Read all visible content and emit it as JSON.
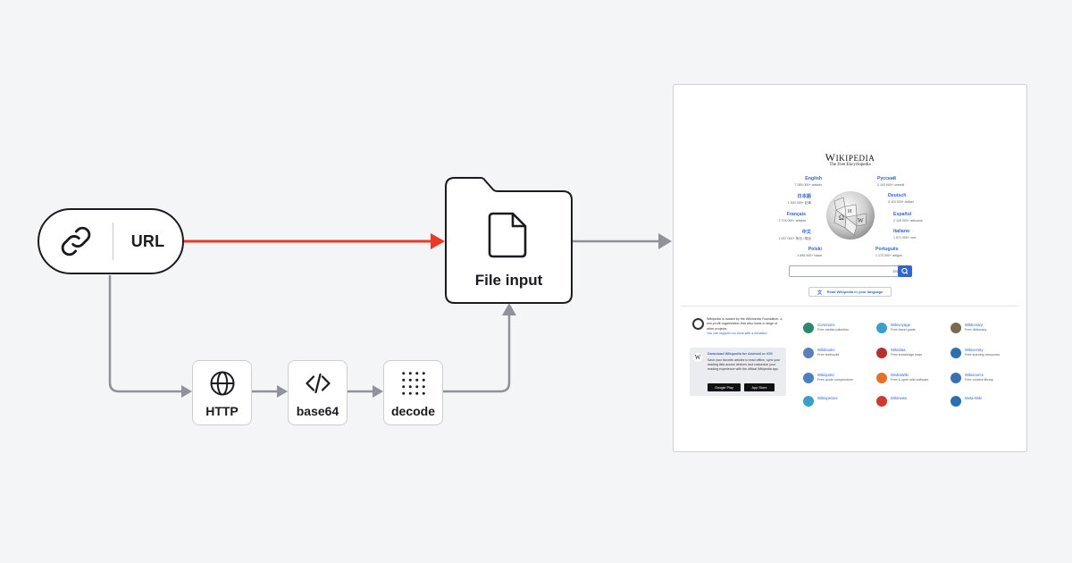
{
  "url_node": {
    "label": "URL",
    "icon": "link-icon"
  },
  "file_input": {
    "label": "File input",
    "icon": "file-icon"
  },
  "steps": [
    {
      "label": "HTTP",
      "icon": "globe-icon"
    },
    {
      "label": "base64",
      "icon": "code-icon"
    },
    {
      "label": "decode",
      "icon": "dots-grid-icon"
    }
  ],
  "colors": {
    "highlight_arrow": "#e83a24",
    "neutral_arrow": "#8f9299",
    "node_border": "#1b1b1f",
    "background": "#f4f5f7"
  },
  "preview": {
    "title": "Wikipedia",
    "tagline": "The Free Encyclopedia",
    "languages_left": [
      {
        "name": "English",
        "count": "7 069 000+ articles"
      },
      {
        "name": "日本語",
        "count": "1 503 000+ 記事"
      },
      {
        "name": "Français",
        "count": "2 703 000+ articles"
      },
      {
        "name": "中文",
        "count": "1 537 000+ 条目 / 條目"
      },
      {
        "name": "Polski",
        "count": "1 696 000+ haseł"
      }
    ],
    "languages_right": [
      {
        "name": "Русский",
        "count": "2 103 000+ статей"
      },
      {
        "name": "Deutsch",
        "count": "3 115 000+ Artikel"
      },
      {
        "name": "Español",
        "count": "2 126 000+ artículos"
      },
      {
        "name": "Italiano",
        "count": "1 971 000+ voci"
      },
      {
        "name": "Português",
        "count": "1 173 000+ artigos"
      }
    ],
    "search_lang": "EN",
    "read_button": "Read Wikipedia in your language",
    "foundation_text": "Wikipedia is hosted by the Wikimedia Foundation, a non-profit organization that also hosts a range of other projects.",
    "donate_text": "You can support our work with a donation.",
    "app_title": "Download Wikipedia for Android or iOS",
    "app_text": "Save your favorite articles to read offline, sync your reading lists across devices and customize your reading experience with the official Wikipedia app.",
    "google_play": "Google Play",
    "app_store": "App Store",
    "projects": [
      {
        "name": "Commons",
        "desc": "Free media collection",
        "color": "#2b8a6e"
      },
      {
        "name": "Wikivoyage",
        "desc": "Free travel guide",
        "color": "#3aa0c9"
      },
      {
        "name": "Wiktionary",
        "desc": "Free dictionary",
        "color": "#7a6a4f"
      },
      {
        "name": "Wikibooks",
        "desc": "Free textbooks",
        "color": "#5b7fb8"
      },
      {
        "name": "Wikidata",
        "desc": "Free knowledge base",
        "color": "#b82e2e"
      },
      {
        "name": "Wikiversity",
        "desc": "Free learning resources",
        "color": "#2f6fb0"
      },
      {
        "name": "Wikiquote",
        "desc": "Free quote compendium",
        "color": "#4a7fc1"
      },
      {
        "name": "MediaWiki",
        "desc": "Free & open wiki software",
        "color": "#e6702a"
      },
      {
        "name": "Wikisource",
        "desc": "Free content library",
        "color": "#3a6fb0"
      },
      {
        "name": "Wikispecies",
        "desc": "",
        "color": "#3aa0c9"
      },
      {
        "name": "Wikinews",
        "desc": "",
        "color": "#d1382e"
      },
      {
        "name": "Meta-Wiki",
        "desc": "",
        "color": "#2a6fb3"
      }
    ]
  }
}
